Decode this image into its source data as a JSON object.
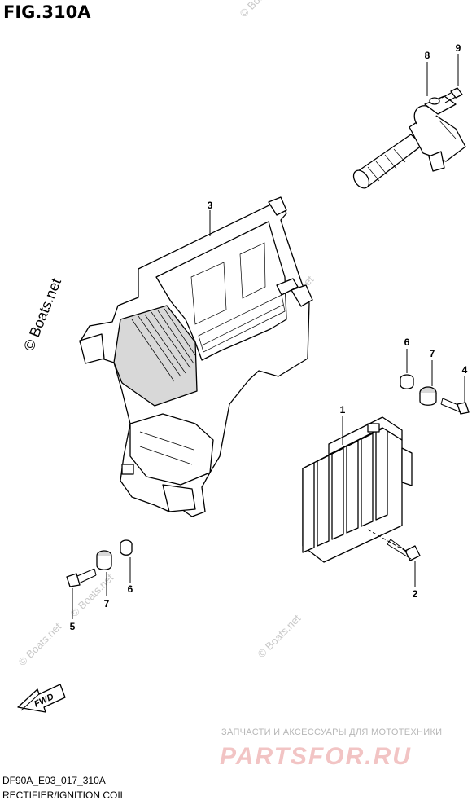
{
  "figure": {
    "title": "FIG.310A"
  },
  "callouts": {
    "p1": "1",
    "p2": "2",
    "p3": "3",
    "p4": "4",
    "p5": "5",
    "p6a": "6",
    "p6b": "6",
    "p7a": "7",
    "p7b": "7",
    "p8": "8",
    "p9": "9"
  },
  "watermarks": {
    "main": "© Boats.net",
    "faint": "© Boats.net"
  },
  "fwd_label": "FWD",
  "footer": {
    "code": "DF90A_E03_017_310A",
    "caption": "RECTIFIER/IGNITION COIL"
  },
  "shop": {
    "tagline": "ЗАПЧАСТИ И АКСЕССУАРЫ ДЛЯ МОТОТЕХНИКИ",
    "name": "PARTSFOR.RU"
  }
}
